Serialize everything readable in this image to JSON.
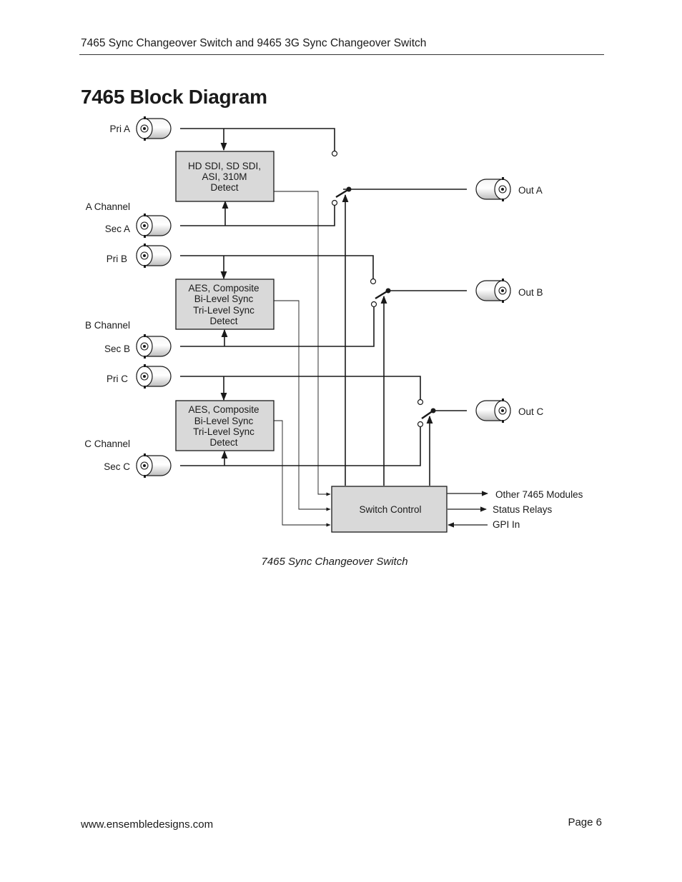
{
  "header": {
    "running_title": "7465 Sync Changeover Switch and 9465 3G Sync Changeover Switch"
  },
  "page_title": "7465 Block Diagram",
  "diagram": {
    "inputs": {
      "pri_a": "Pri A",
      "a_channel": "A Channel",
      "sec_a": "Sec A",
      "pri_b": "Pri B",
      "b_channel": "B Channel",
      "sec_b": "Sec B",
      "pri_c": "Pri C",
      "c_channel": "C Channel",
      "sec_c": "Sec C"
    },
    "outputs": {
      "out_a": "Out A",
      "out_b": "Out B",
      "out_c": "Out C"
    },
    "detect_a": [
      "HD SDI, SD SDI,",
      "ASI, 310M",
      "Detect"
    ],
    "detect_b": [
      "AES, Composite",
      "Bi-Level Sync",
      "Tri-Level Sync",
      "Detect"
    ],
    "detect_c": [
      "AES, Composite",
      "Bi-Level Sync",
      "Tri-Level Sync",
      "Detect"
    ],
    "switch_control": "Switch Control",
    "control_io": {
      "other_modules": "Other 7465 Modules",
      "status_relays": "Status Relays",
      "gpi_in": "GPI In"
    },
    "colors": {
      "box_fill": "#d9d9d9",
      "line": "#1a1a1a"
    }
  },
  "caption": "7465 Sync Changeover Switch",
  "footer": {
    "url": "www.ensembledesigns.com",
    "page": "Page 6"
  }
}
